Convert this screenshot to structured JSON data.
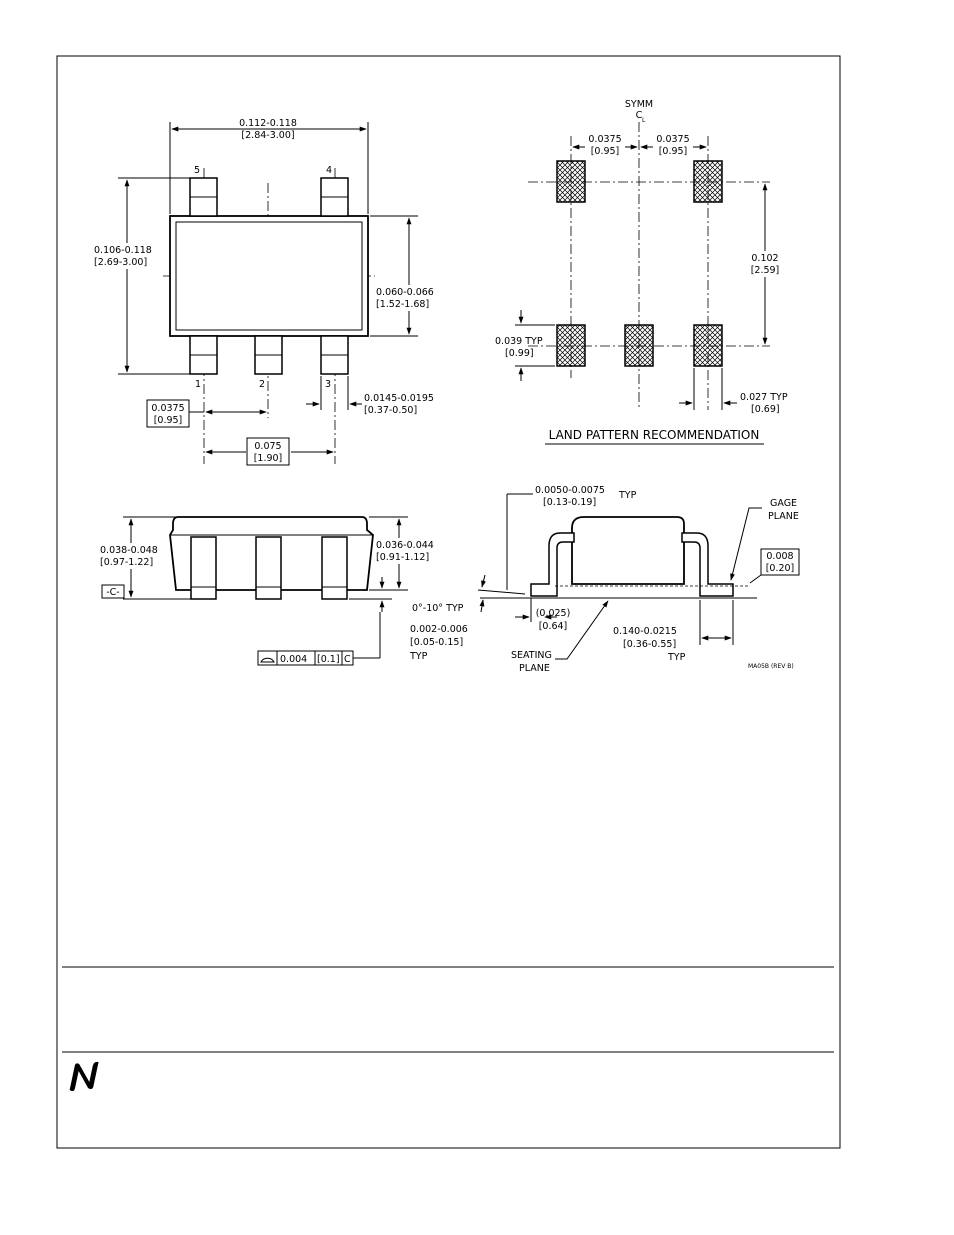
{
  "top_view": {
    "pin_labels": [
      "5",
      "4",
      "1",
      "2",
      "3"
    ],
    "width_dim": [
      "0.112-0.118",
      "[2.84-3.00]"
    ],
    "height_dim": [
      "0.106-0.118",
      "[2.69-3.00]"
    ],
    "body_dim": [
      "0.060-0.066",
      "[1.52-1.68]"
    ],
    "lead_width_dim": [
      "0.0145-0.0195",
      "[0.37-0.50]"
    ],
    "pitch_dim": [
      "0.0375",
      "[0.95]"
    ],
    "span_dim": [
      "0.075",
      "[1.90]"
    ]
  },
  "land_pattern": {
    "symm_label": "SYMM",
    "cl_label": "C",
    "cl_sub": "L",
    "left_pitch": [
      "0.0375",
      "[0.95]"
    ],
    "right_pitch": [
      "0.0375",
      "[0.95]"
    ],
    "row_spacing": [
      "0.102",
      "[2.59]"
    ],
    "pad_length": [
      "0.039 TYP",
      "[0.99]"
    ],
    "pad_width": [
      "0.027 TYP",
      "[0.69]"
    ],
    "title": "LAND PATTERN RECOMMENDATION"
  },
  "side_view": {
    "overall_height": [
      "0.038-0.048",
      "[0.97-1.22]"
    ],
    "body_height": [
      "0.036-0.044",
      "[0.91-1.12]"
    ],
    "datum": "-C-",
    "standoff": [
      "0.002-0.006",
      "[0.05-0.15]",
      "TYP"
    ],
    "fcf": [
      "0.004",
      "[0.1]",
      "C"
    ]
  },
  "end_view": {
    "lead_thickness": [
      "0.0050-0.0075",
      "[0.13-0.19]",
      "TYP"
    ],
    "gage_plane": [
      "GAGE",
      "PLANE"
    ],
    "gage_dim": [
      "0.008",
      "[0.20]"
    ],
    "angle": "0°-10° TYP",
    "ref_dim": [
      "(0.025)",
      "[0.64]"
    ],
    "foot_length": [
      "0.140-0.0215",
      "[0.36-0.55]",
      "TYP"
    ],
    "seating_plane": [
      "SEATING",
      "PLANE"
    ],
    "drawing_id": "MA05B (REV B)"
  }
}
